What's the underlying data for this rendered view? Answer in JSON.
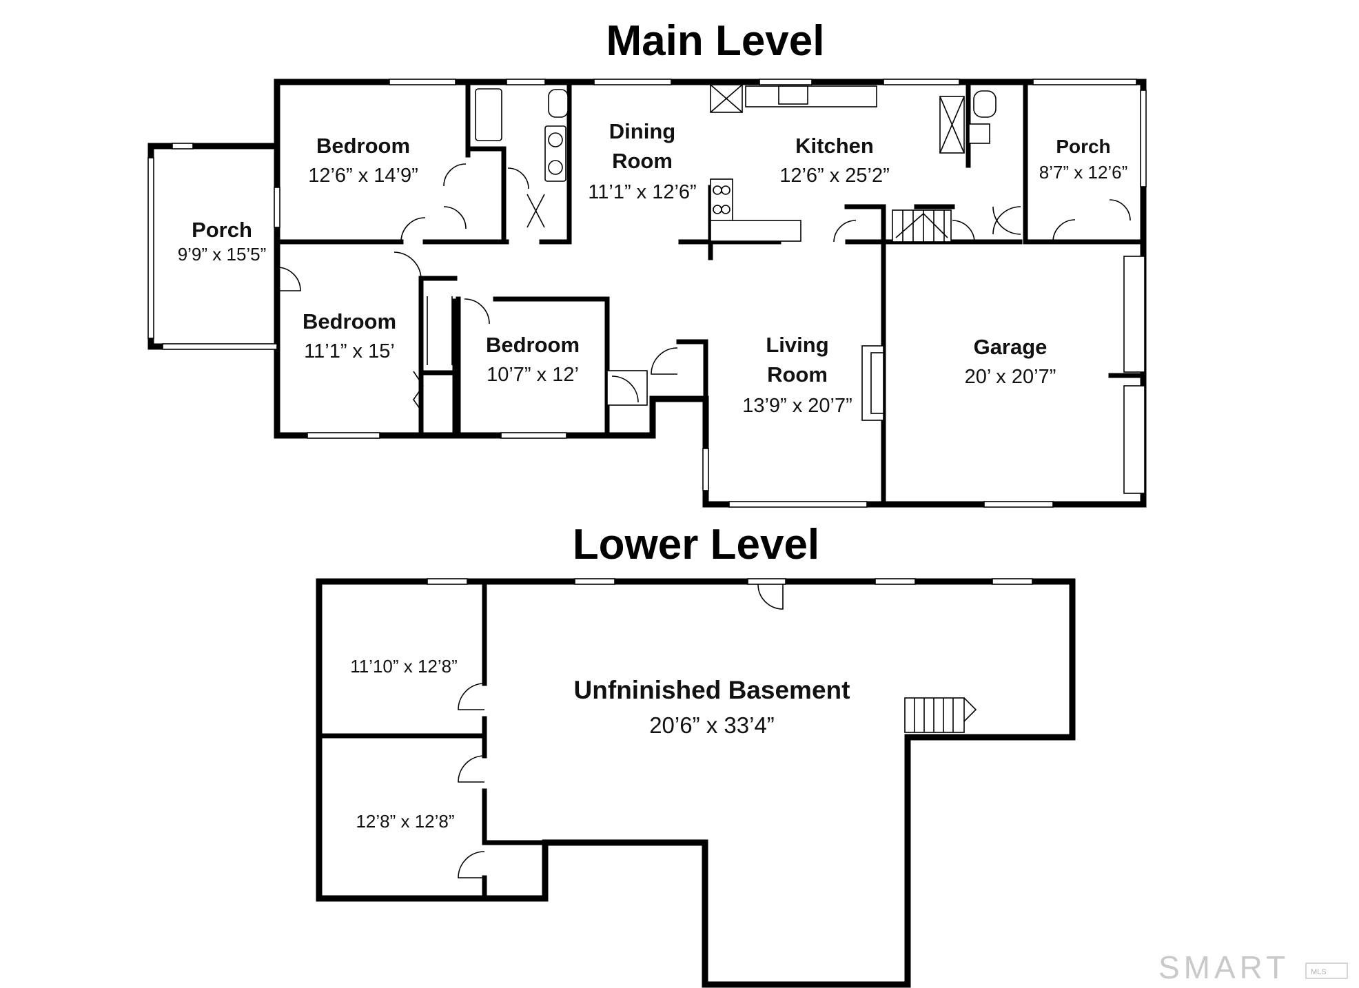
{
  "main_level": {
    "title": "Main Level",
    "rooms": {
      "porch_west": {
        "name": "Porch",
        "dims": "9’9” x 15’5”"
      },
      "bedroom_nw": {
        "name": "Bedroom",
        "dims": "12’6” x 14’9”"
      },
      "dining": {
        "name_line1": "Dining",
        "name_line2": "Room",
        "dims": "11’1” x 12’6”"
      },
      "kitchen": {
        "name": "Kitchen",
        "dims": "12’6” x 25’2”"
      },
      "porch_east": {
        "name": "Porch",
        "dims": "8’7” x 12’6”"
      },
      "bedroom_sw": {
        "name": "Bedroom",
        "dims": "11’1” x 15’"
      },
      "bedroom_s": {
        "name": "Bedroom",
        "dims": "10’7” x 12’"
      },
      "living": {
        "name_line1": "Living",
        "name_line2": "Room",
        "dims": "13’9” x 20’7”"
      },
      "garage": {
        "name": "Garage",
        "dims": "20’ x 20’7”"
      }
    }
  },
  "lower_level": {
    "title": "Lower Level",
    "rooms": {
      "basement": {
        "name": "Unfninished Basement",
        "dims": "20’6” x 33’4”"
      },
      "room_upper": {
        "dims": "11’10” x 12’8”"
      },
      "room_lower": {
        "dims": "12’8” x 12’8”"
      }
    }
  },
  "watermark": {
    "logo_text": "SMART",
    "logo_sub": "MLS"
  }
}
